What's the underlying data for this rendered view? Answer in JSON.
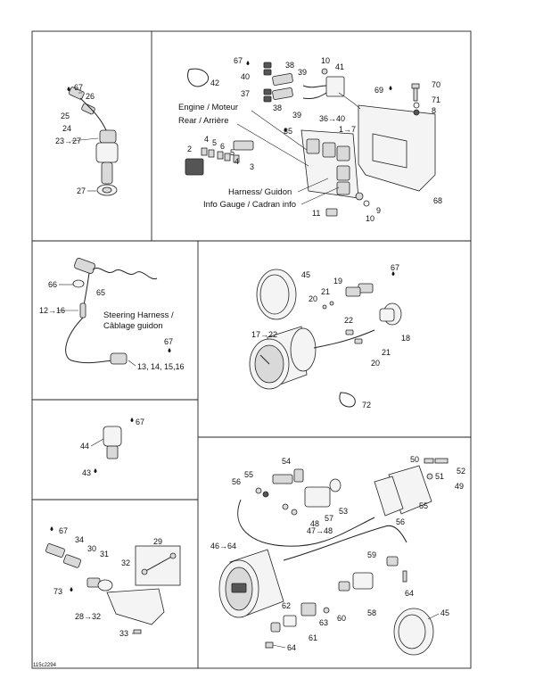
{
  "callouts": {
    "p1": [
      "67",
      "26",
      "25",
      "24",
      "23→27",
      "27"
    ],
    "p2": [
      "42",
      "67",
      "40",
      "38",
      "39",
      "10",
      "41",
      "37",
      "38",
      "39",
      "69",
      "70",
      "71",
      "8",
      "36→40",
      "1→7",
      "35",
      "2",
      "4",
      "5",
      "6",
      "5",
      "4",
      "3",
      "68",
      "9",
      "10",
      "11"
    ],
    "p2_text": [
      "Engine / Moteur",
      "Rear / Arrière",
      "Harness/ Guidon",
      "Info Gauge / Cadran info"
    ],
    "p3": [
      "66",
      "65",
      "12→16",
      "67",
      "13, 14, 15,16"
    ],
    "p3_text": [
      "Steering Harness /",
      "Câblage guidon"
    ],
    "p4": [
      "45",
      "19",
      "67",
      "20",
      "21",
      "17→22",
      "22",
      "18",
      "21",
      "20",
      "72"
    ],
    "p5": [
      "67",
      "44",
      "43"
    ],
    "p6": [
      "67",
      "34",
      "30",
      "31",
      "32",
      "29",
      "73",
      "28→32",
      "33"
    ],
    "p7": [
      "55",
      "54",
      "56",
      "57",
      "53",
      "50",
      "52",
      "51",
      "49",
      "48",
      "47→48",
      "55",
      "56",
      "46→64",
      "59",
      "64",
      "62",
      "63",
      "60",
      "58",
      "61",
      "64",
      "45"
    ]
  },
  "footer_code": "115c2294"
}
